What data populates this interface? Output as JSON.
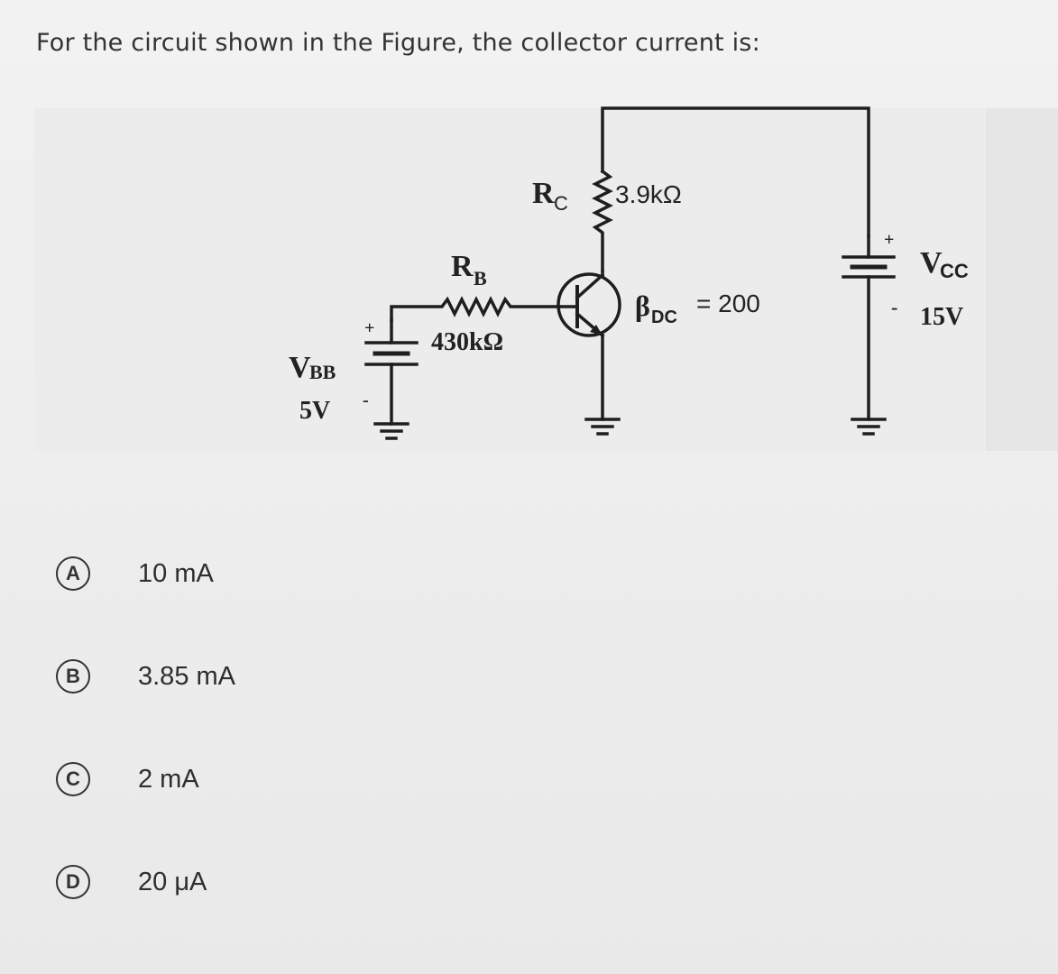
{
  "question": {
    "text": "For the circuit shown in the Figure, the collector current is:"
  },
  "figure": {
    "rc_label": "R",
    "rc_sub": "C",
    "rc_value": "3.9kΩ",
    "rb_label": "R",
    "rb_sub": "B",
    "rb_value": "430kΩ",
    "beta_label": "β",
    "beta_sub": "DC",
    "beta_value": "= 200",
    "vbb_label": "V",
    "vbb_sub": "BB",
    "vbb_value": "5V",
    "vcc_label": "V",
    "vcc_sub": "CC",
    "vcc_value": "15V",
    "plus": "+",
    "minus": "-"
  },
  "options": [
    {
      "letter": "A",
      "text": "10 mA"
    },
    {
      "letter": "B",
      "text": "3.85 mA"
    },
    {
      "letter": "C",
      "text": "2 mA"
    },
    {
      "letter": "D",
      "text": "20 μA"
    }
  ]
}
